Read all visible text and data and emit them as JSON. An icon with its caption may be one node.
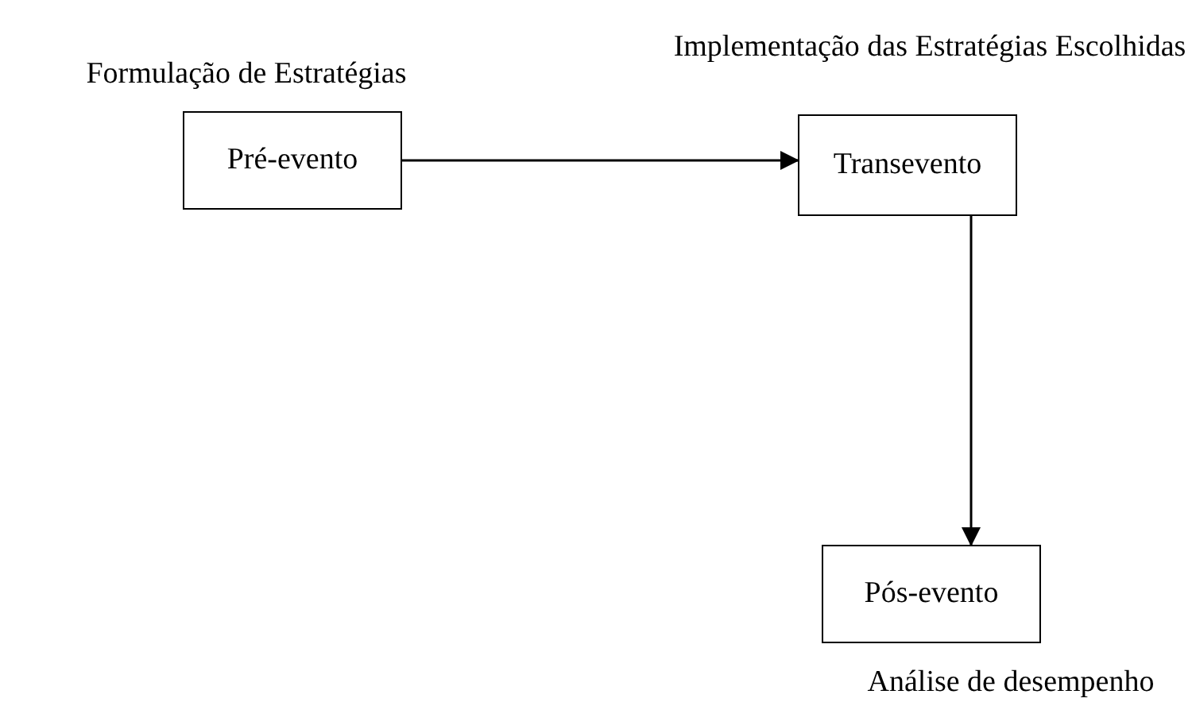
{
  "diagram": {
    "nodes": [
      {
        "text": [
          "Pré-evento"
        ],
        "beside": [
          "Formulação de Estratégias"
        ]
      },
      {
        "text": [
          "Transevento"
        ],
        "beside": [
          "Implementação das Estratégias Escolhidas"
        ]
      },
      {
        "text": [
          "Pós-evento"
        ],
        "beside": [
          "Análise de desempenho"
        ]
      }
    ],
    "edges": [
      {
        "from": 0,
        "to": 1,
        "arrow": "to"
      },
      {
        "from": 1,
        "to": 2,
        "arrow": "to"
      }
    ]
  }
}
